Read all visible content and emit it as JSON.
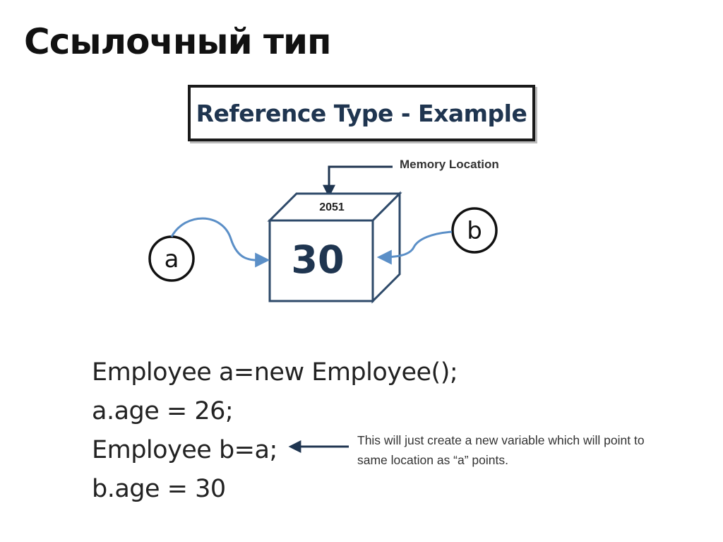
{
  "slide_title": "Ссылочный тип",
  "header": {
    "title": "Reference Type - Example"
  },
  "diagram": {
    "memory_label": "Memory Location",
    "address": "2051",
    "value": "30",
    "var_a": "a",
    "var_b": "b"
  },
  "code_lines": [
    "Employee a=new Employee();",
    "a.age = 26;",
    "Employee b=a;",
    "b.age = 30"
  ],
  "note": "This will just create a new variable which will point to same location as “a” points.",
  "colors": {
    "arrow_blue": "#5b8fc7",
    "dark_navy": "#1f3550",
    "box_border": "#2e4a6a"
  }
}
